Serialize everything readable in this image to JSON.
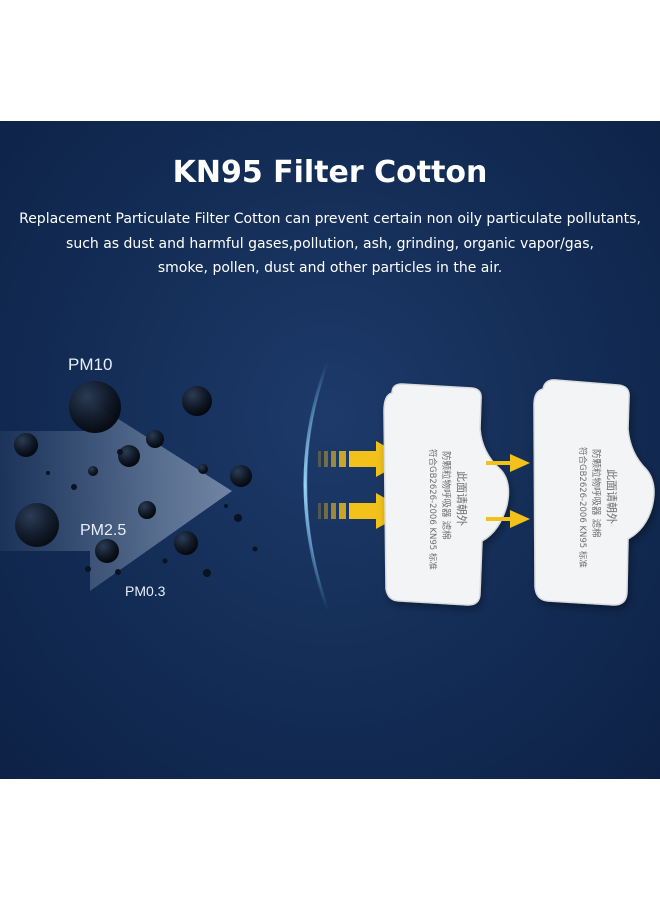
{
  "banner": {
    "title": "KN95 Filter Cotton",
    "description_lines": [
      "Replacement Particulate Filter Cotton can prevent certain non oily particulate pollutants,",
      "such as dust and harmful gases,pollution, ash, grinding, organic vapor/gas,",
      "smoke, pollen, dust and other particles in the air."
    ]
  },
  "particles": {
    "pm10_label": "PM10",
    "pm25_label": "PM2.5",
    "pm03_label": "PM0.3"
  },
  "filters": {
    "print_line1": "此面请朝外",
    "print_line2": "防颗粒物呼吸器 滤棉",
    "print_line3": "符合GB2626-2006 KN95 标准"
  },
  "colors": {
    "background": "#132c55",
    "arrow": "#f2c21b",
    "filter": "#f4f4f4"
  }
}
